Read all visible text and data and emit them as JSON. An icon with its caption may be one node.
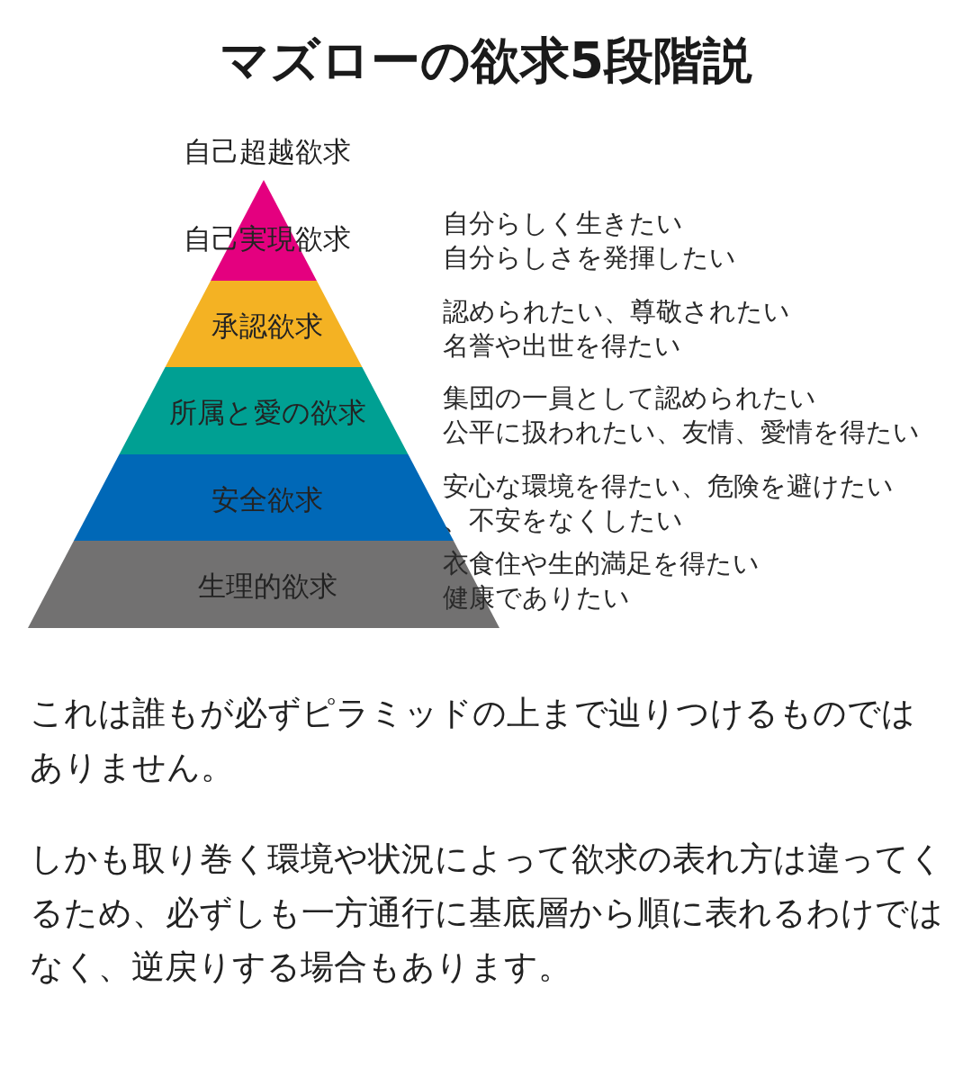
{
  "diagram": {
    "title": "マズローの欲求5段階説",
    "nodes": [
      {
        "text": [
          "自己実現欲求"
        ],
        "beside": [
          "自分らしく生きたい",
          "自分らしさを発揮したい"
        ]
      },
      {
        "text": [
          "承認欲求"
        ],
        "beside": [
          "認められたい、尊敬されたい",
          "名誉や出世を得たい"
        ]
      },
      {
        "text": [
          "所属と愛の欲求"
        ],
        "beside": [
          "集団の一員として認められたい",
          "公平に扱われたい、友情、愛情を得たい"
        ]
      },
      {
        "text": [
          "安全欲求"
        ],
        "beside": [
          "安心な環境を得たい、危険を避けたい",
          "、不安をなくしたい"
        ]
      },
      {
        "text": [
          "生理的欲求"
        ],
        "beside": [
          "衣食住や生的満足を得たい",
          "健康でありたい"
        ]
      }
    ],
    "labels": [
      "自己超越欲求",
      "これは誰もが必ずピラミッドの上まで辿りつけるものではありません。",
      "しかも取り巻く環境や状況によって欲求の表れ方は違ってくるため、必ずしも一方通行に基底層から順に表れるわけではなく、逆戻りする場合もあります。"
    ]
  }
}
